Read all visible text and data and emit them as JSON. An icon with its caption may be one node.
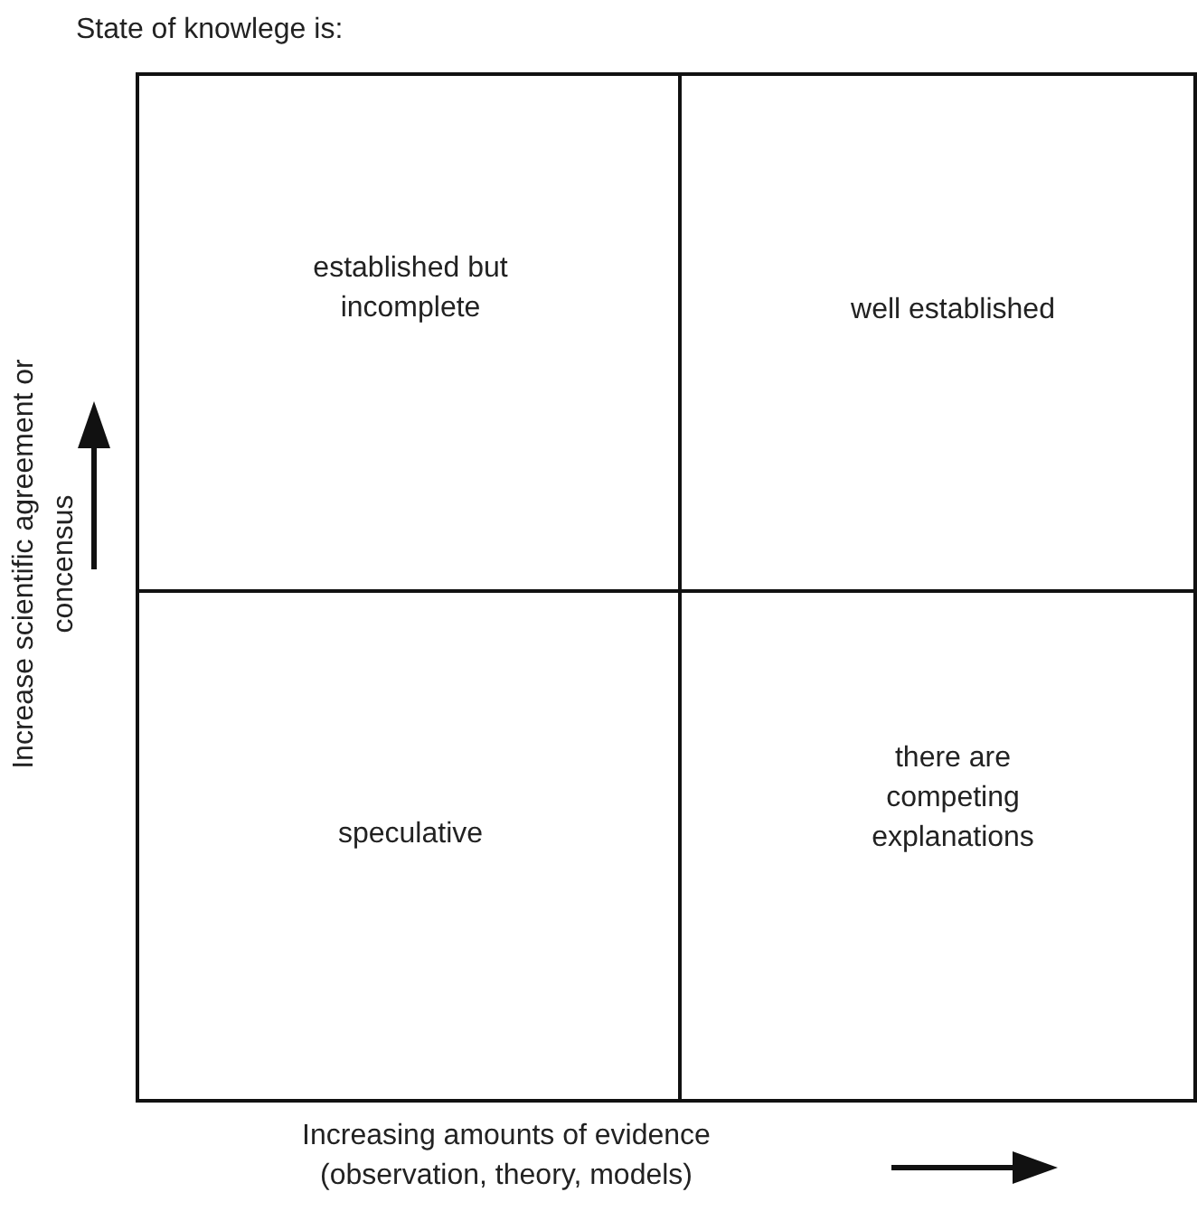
{
  "diagram": {
    "title": "State of knowlege is:",
    "nodes": [
      {
        "text": [
          "established but incomplete"
        ]
      },
      {
        "text": [
          "well established"
        ]
      },
      {
        "text": [
          "speculative"
        ]
      },
      {
        "text": [
          "there are competing explanations"
        ]
      }
    ],
    "labels": [
      "Increase scientific agreement or concensus",
      "Increasing amounts of evidence (observation, theory, models)"
    ]
  }
}
